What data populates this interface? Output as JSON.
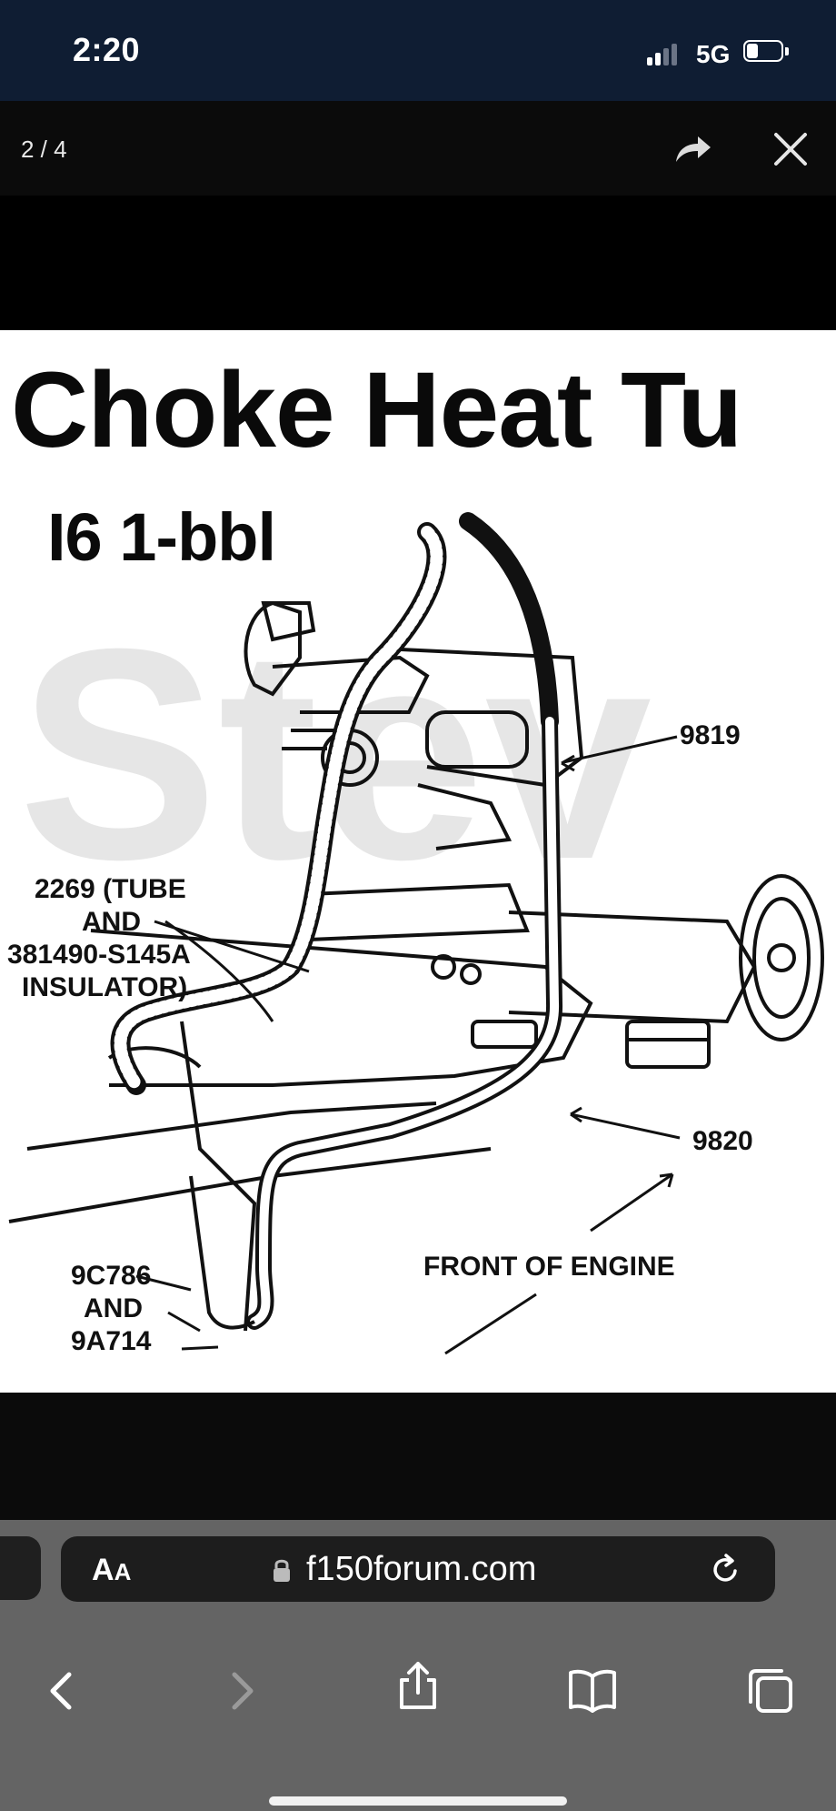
{
  "status_bar": {
    "time": "2:20",
    "network": "5G"
  },
  "viewer": {
    "counter": "2 / 4"
  },
  "image": {
    "title": "Choke Heat Tu",
    "subtitle": "I6 1-bbl",
    "watermark": "Stev",
    "labels": {
      "part_9819": "9819",
      "part_2269_line1": "2269 (TUBE",
      "part_2269_line2": "AND",
      "part_2269_line3": "381490-S145A",
      "part_2269_line4": "INSULATOR)",
      "part_9820": "9820",
      "front_of_engine": "FRONT OF ENGINE",
      "part_9c786_line1": "9C786",
      "part_9c786_line2": "AND",
      "part_9c786_line3": "9A714"
    }
  },
  "browser": {
    "aa_label_big": "A",
    "aa_label_small": "A",
    "url": "f150forum.com"
  }
}
